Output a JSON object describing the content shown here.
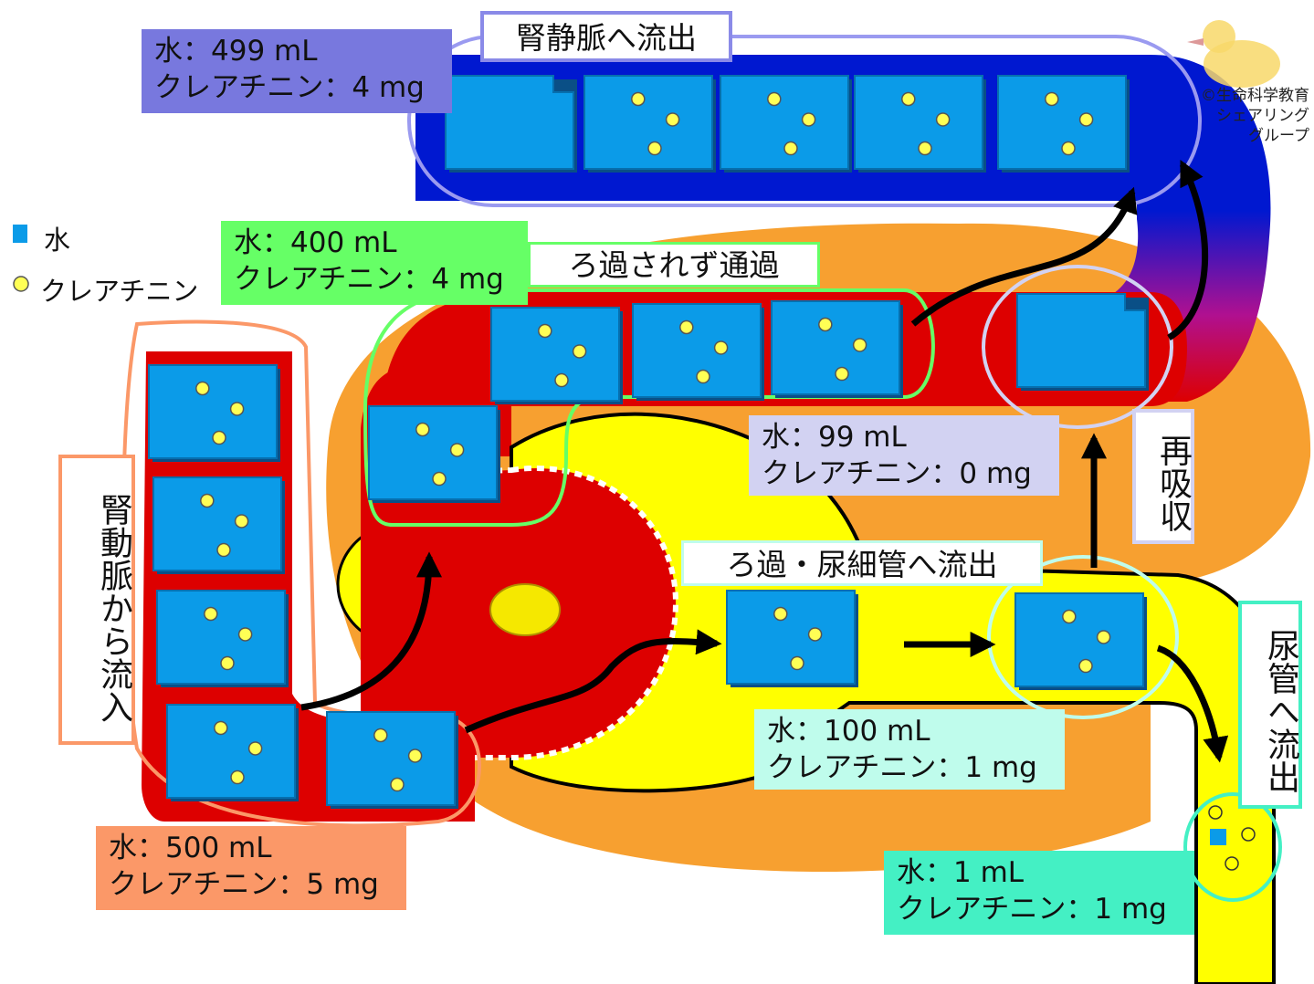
{
  "legend": {
    "water": "水",
    "creatinine": "クレアチニン"
  },
  "credit": {
    "line1": "©生命科学教育",
    "line2": "シェアリング",
    "line3": "グループ"
  },
  "titles": {
    "renal_vein": "腎静脈へ流出",
    "not_filtered": "ろ過されず通過",
    "filtration": "ろ過・尿細管へ流出",
    "renal_artery": "腎動脈から流入",
    "reabsorption": "再吸収",
    "ureter": "尿管へ流出"
  },
  "boxes": {
    "vein": {
      "water": "水：499 mL",
      "creat": "クレアチニン：4 mg"
    },
    "passthrough": {
      "water": "水：400 mL",
      "creat": "クレアチニン：4 mg"
    },
    "reabsorbed": {
      "water": "水：99 mL",
      "creat": "クレアチニン：0 mg"
    },
    "filtered": {
      "water": "水：100 mL",
      "creat": "クレアチニン：1 mg"
    },
    "artery": {
      "water": "水：500 mL",
      "creat": "クレアチニン：5 mg"
    },
    "urine": {
      "water": "水：1 mL",
      "creat": "クレアチニン：1 mg"
    }
  },
  "colors": {
    "artery_red": "#dd0000",
    "vein_blue": "#0018d0",
    "tubule_yellow": "#ffff00",
    "capsule_orange": "#f7a030",
    "unit_blue": "#0b9be8",
    "creatinine_dot": "#ffff55",
    "vein_box": "#7878de",
    "passthrough_box": "#66ff66",
    "reabsorbed_box": "#d2d2f2",
    "filtered_box": "#bffcec",
    "artery_box": "#fb9868",
    "urine_box": "#44f0c4"
  },
  "icons": {
    "water": "water-unit-icon",
    "creatinine": "creatinine-dot-icon"
  }
}
